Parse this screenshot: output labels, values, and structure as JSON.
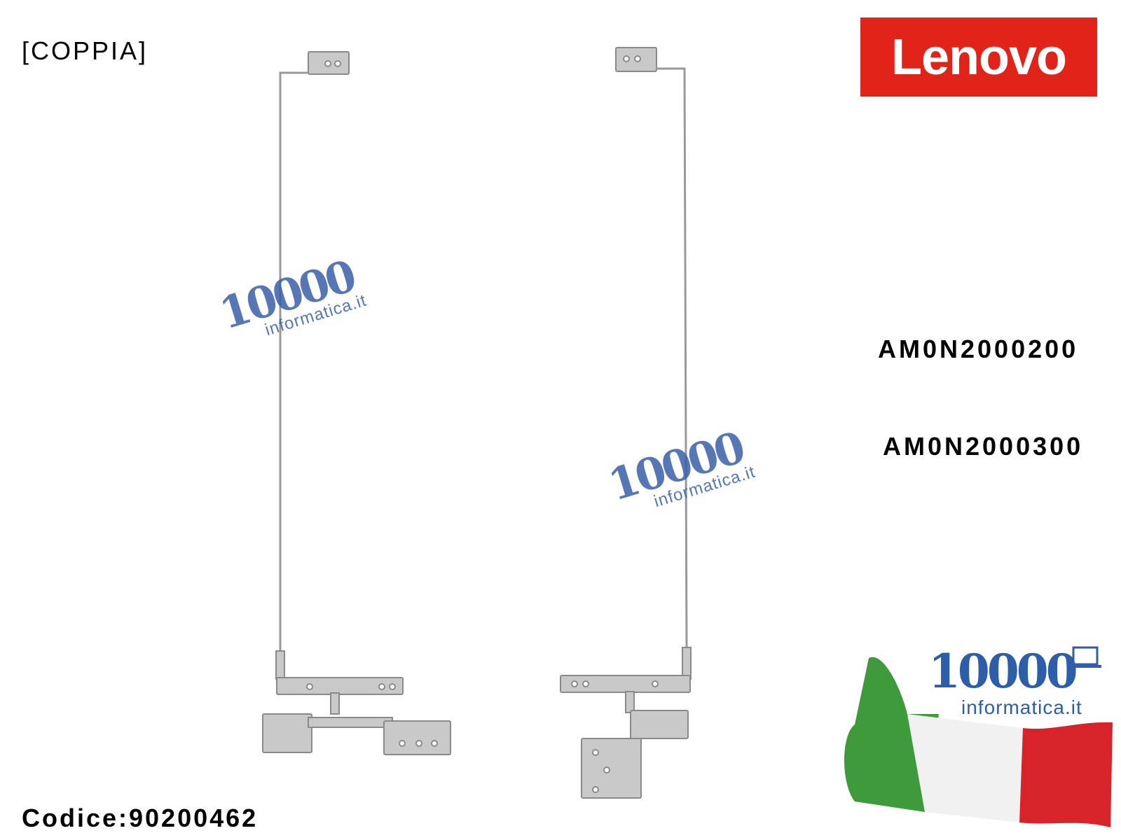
{
  "header": {
    "title": "[COPPIA]"
  },
  "brand": {
    "logo_text": "Lenovo",
    "color": "#e2231a"
  },
  "part_numbers": [
    "AM0N2000200",
    "AM0N2000300"
  ],
  "footer": {
    "code_label": "Codice:90200462"
  },
  "watermark": {
    "number": "10000",
    "site": "informatica.it"
  },
  "badge": {
    "number": "10000",
    "site": "informatica.it",
    "flag_colors": [
      "#2e9a3a",
      "#ffffff",
      "#d8232a"
    ]
  }
}
